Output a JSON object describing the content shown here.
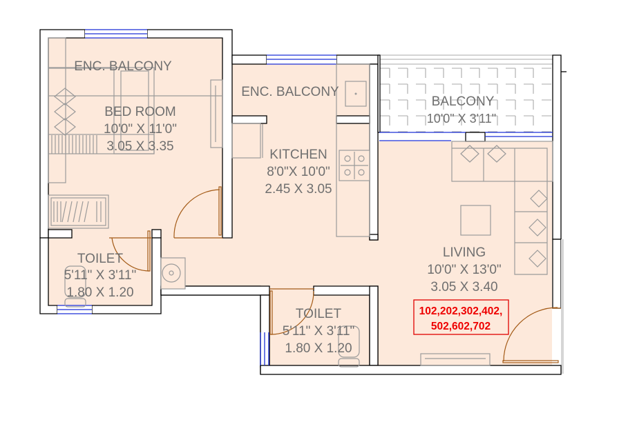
{
  "plan": {
    "colors": {
      "floor": "#fde9db",
      "wall": "#000000",
      "window": "#1b2fd6",
      "door": "#a35a16",
      "furniture": "#9a9a9a",
      "label": "#6f6f6f",
      "unit_numbers": "#ee0000"
    },
    "rooms": {
      "bed_enc_balcony": {
        "name": "ENC. BALCONY"
      },
      "bedroom": {
        "name": "BED ROOM",
        "size_ft": "10'0\" X 11'0\"",
        "size_m": "3.05 X 3.35"
      },
      "kitchen_enc_balcony": {
        "name": "ENC. BALCONY"
      },
      "kitchen": {
        "name": "KITCHEN",
        "size_ft": "8'0\"X 10'0\"",
        "size_m": "2.45 X 3.05"
      },
      "balcony": {
        "name": "BALCONY",
        "size_ft": "10'0\" X 3'11\""
      },
      "living": {
        "name": "LIVING",
        "size_ft": "10'0\" X 13'0\"",
        "size_m": "3.05 X 3.40"
      },
      "toilet_1": {
        "name": "TOILET",
        "size_ft": "5'11\" X 3'11\"",
        "size_m": "1.80  X 1.20"
      },
      "toilet_2": {
        "name": "TOILET",
        "size_ft": "5'11\" X 3'11\"",
        "size_m": "1.80  X 1.20"
      }
    },
    "unit_numbers": {
      "line1": "102,202,302,402,",
      "line2": "502,602,702"
    }
  }
}
